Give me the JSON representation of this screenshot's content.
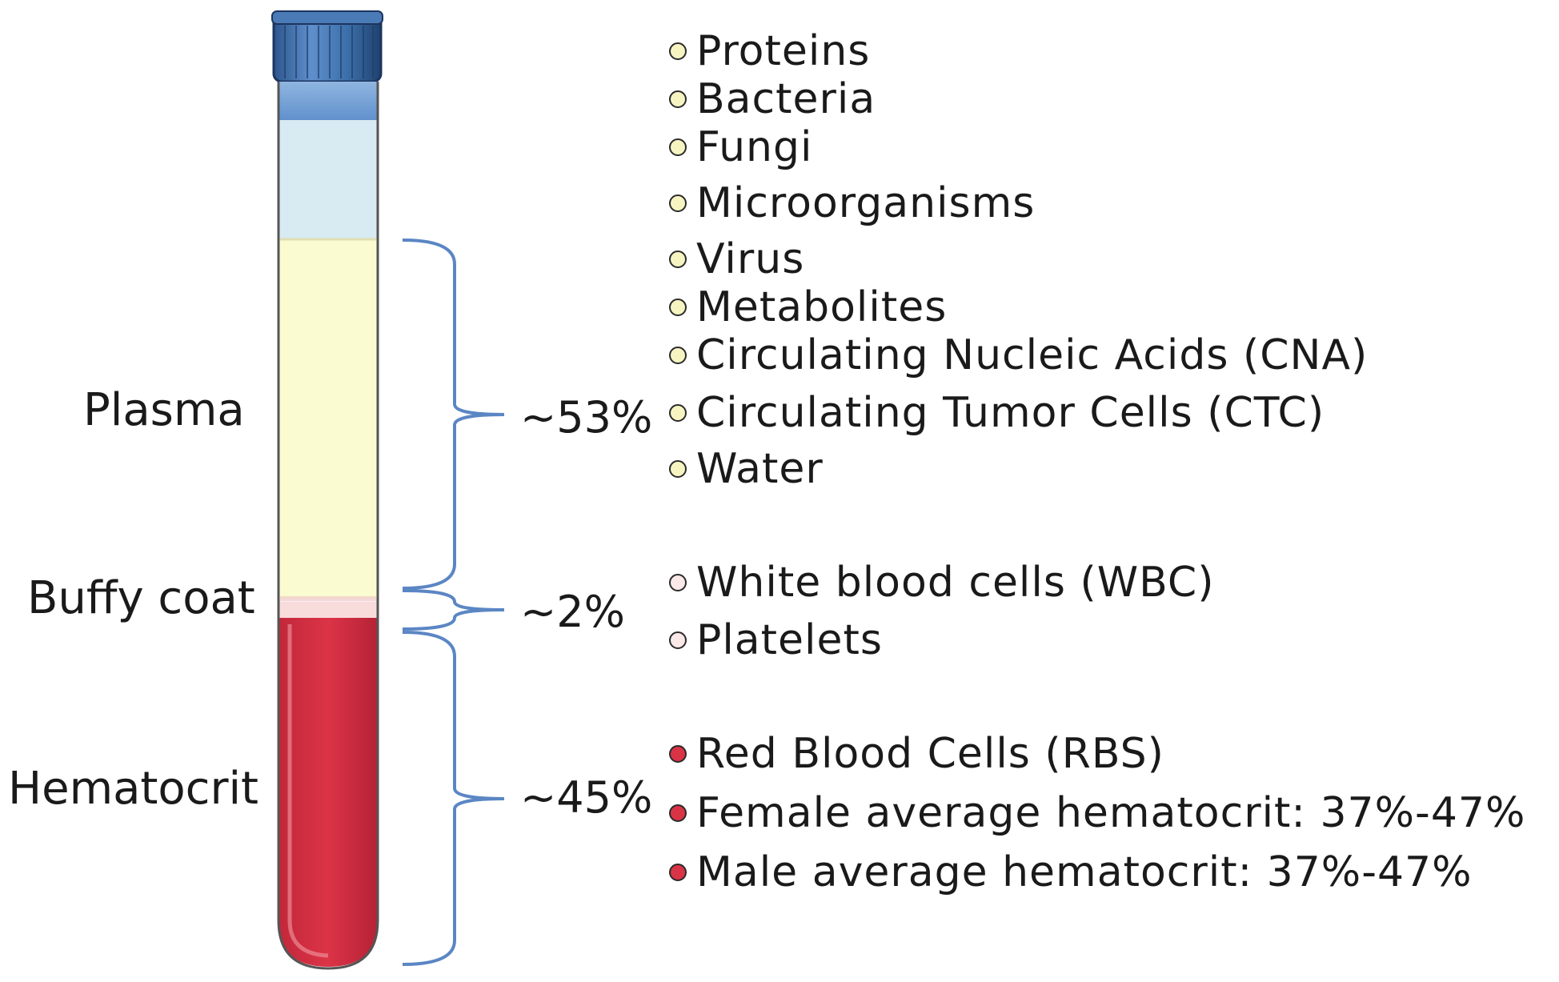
{
  "layers": [
    {
      "label": "Plasma",
      "percent": "~53%",
      "dot_color": "#f6f5c2",
      "items": [
        "Proteins",
        "Bacteria",
        "Fungi",
        "Microorganisms",
        "Virus",
        "Metabolites",
        "Circulating Nucleic Acids (CNA)",
        "Circulating Tumor Cells (CTC)",
        "Water"
      ]
    },
    {
      "label": "Buffy coat",
      "percent": "~2%",
      "dot_color": "#fbe8e8",
      "items": [
        "White blood cells (WBC)",
        "Platelets"
      ]
    },
    {
      "label": "Hematocrit",
      "percent": "~45%",
      "dot_color": "#d93346",
      "items": [
        "Red Blood Cells (RBS)",
        "Female average hematocrit: 37%-47%",
        "Male average hematocrit: 37%-47%"
      ]
    }
  ],
  "colors": {
    "cap": "#3b6ea8",
    "air": "#d8eaf2",
    "plasma": "#fbfbd2",
    "buffy": "#f8dcdc",
    "blood": "#d62f42",
    "bracket": "#5b86c4",
    "dot_border": "#2a2a2a"
  }
}
